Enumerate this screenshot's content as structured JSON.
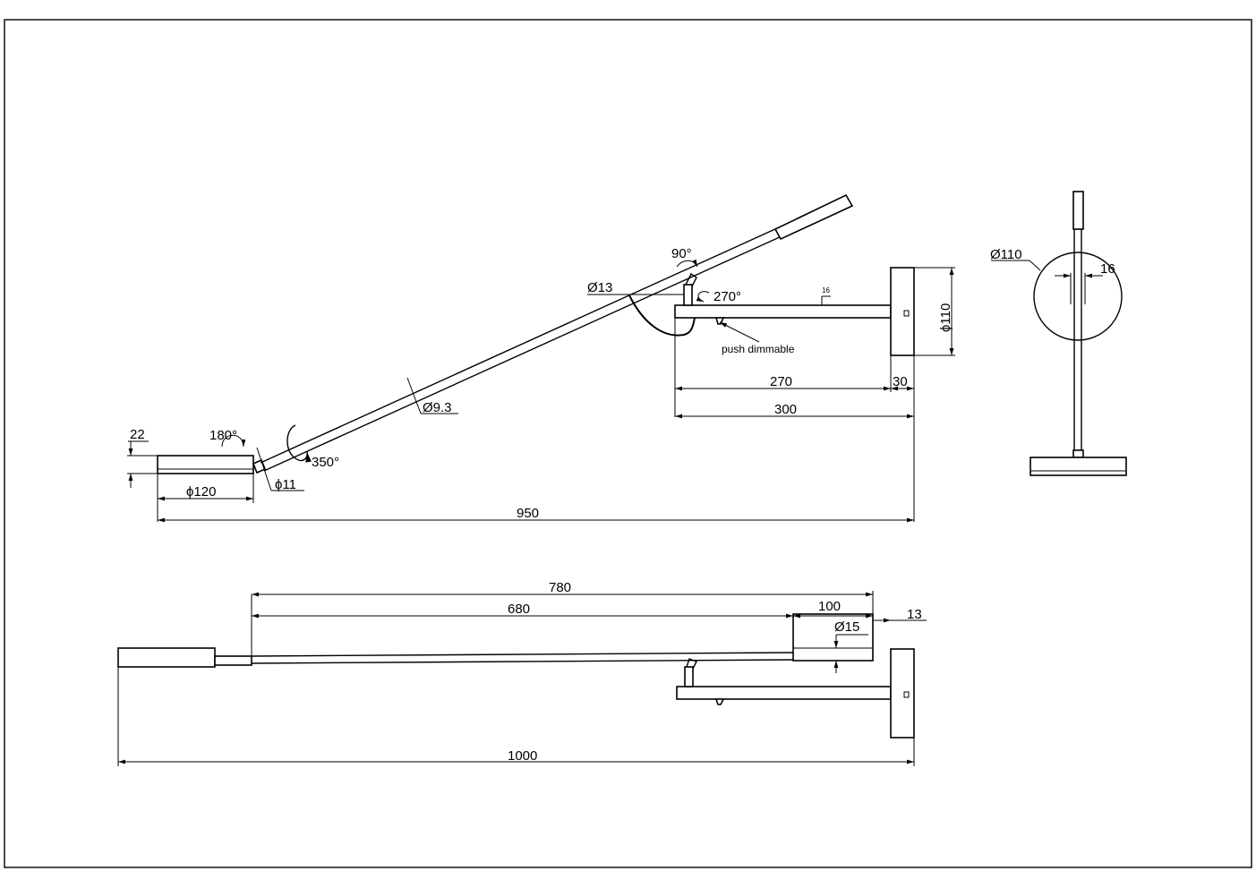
{
  "dims": {
    "d22": "22",
    "angle180": "180°",
    "d120": "ϕ120",
    "d11": "ϕ11",
    "angle350": "350°",
    "d93": "Ø9.3",
    "d950": "950",
    "angle90": "90°",
    "d13": "Ø13",
    "angle270": "270°",
    "small16": "16",
    "push": "push dimmable",
    "d110v": "ϕ110",
    "d270": "270",
    "d30": "30",
    "d300": "300",
    "d110c": "Ø110",
    "d16": "16",
    "d780": "780",
    "d680": "680",
    "d100": "100",
    "d15": "Ø15",
    "d13b": "13",
    "d1000": "1000"
  }
}
